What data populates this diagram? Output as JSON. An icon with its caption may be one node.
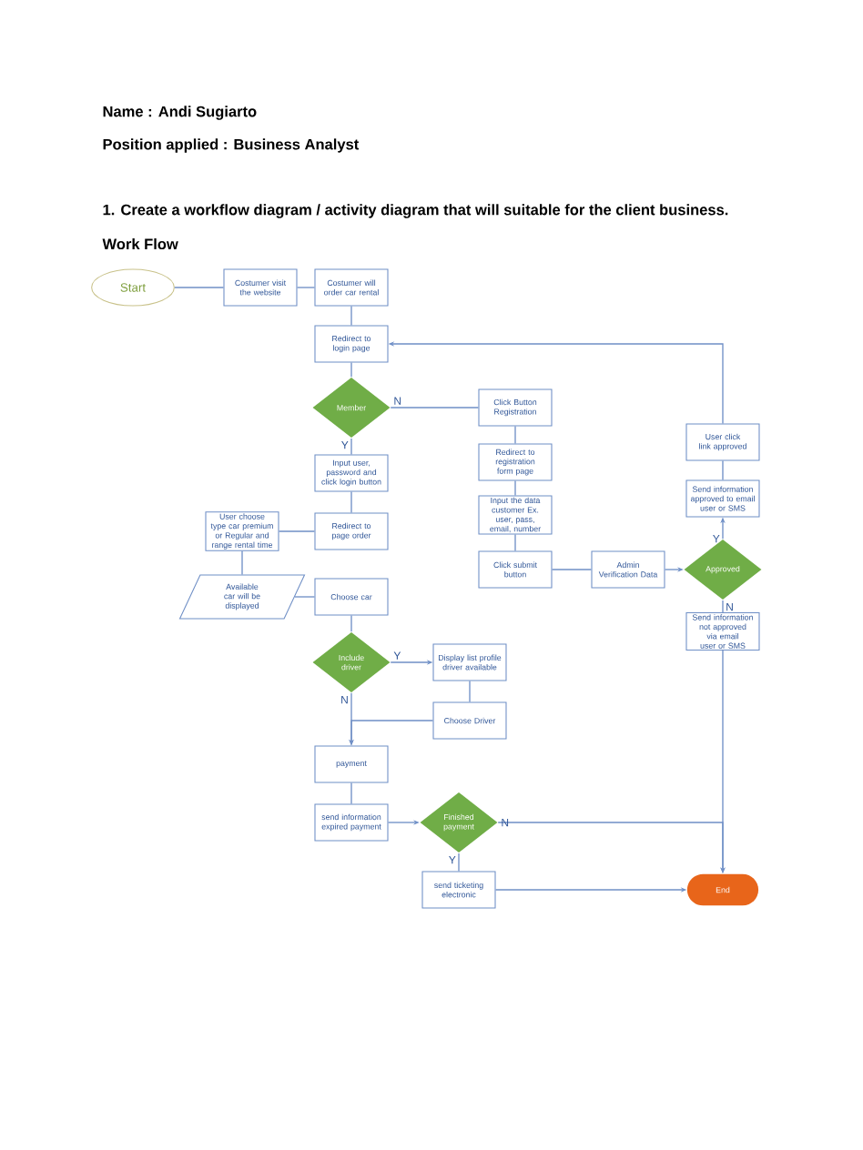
{
  "diagram": {
    "title": "Work Flow",
    "nodes": [
      {
        "text": [
          "Start"
        ]
      },
      {
        "text": [
          "Costumer visit the website"
        ]
      },
      {
        "text": [
          "Costumer will order car rental"
        ]
      },
      {
        "text": [
          "Redirect to login page"
        ]
      },
      {
        "text": [
          "Member"
        ]
      },
      {
        "text": [
          "Click Button Registration"
        ]
      },
      {
        "text": [
          "Redirect to registration form page"
        ]
      },
      {
        "text": [
          "Input the data customer Ex. user, pass, email, number"
        ]
      },
      {
        "text": [
          "Click submit button"
        ]
      },
      {
        "text": [
          "Admin Verification Data"
        ]
      },
      {
        "text": [
          "Approved"
        ]
      },
      {
        "text": [
          "Send information approved to email user or SMS"
        ]
      },
      {
        "text": [
          "User click link approved"
        ]
      },
      {
        "text": [
          "Send information not approved via email user or SMS"
        ]
      },
      {
        "text": [
          "Input user, password and click login button"
        ]
      },
      {
        "text": [
          "Redirect to page order"
        ]
      },
      {
        "text": [
          "User choose type car premium or Regular and range rental time"
        ]
      },
      {
        "text": [
          "Available car will be displayed"
        ]
      },
      {
        "text": [
          "Choose car"
        ]
      },
      {
        "text": [
          "Include driver"
        ]
      },
      {
        "text": [
          "Display list profile driver available"
        ]
      },
      {
        "text": [
          "Choose Driver"
        ]
      },
      {
        "text": [
          "payment"
        ]
      },
      {
        "text": [
          "send information expired payment"
        ]
      },
      {
        "text": [
          "Finished payment"
        ]
      },
      {
        "text": [
          "send ticketing electronic"
        ]
      },
      {
        "text": [
          "End"
        ]
      }
    ],
    "edges": [
      {
        "from": 0,
        "to": 1,
        "arrow": "none"
      },
      {
        "from": 1,
        "to": 2,
        "arrow": "none"
      },
      {
        "from": 2,
        "to": 3,
        "arrow": "none"
      },
      {
        "from": 3,
        "to": 4,
        "arrow": "none"
      },
      {
        "from": 4,
        "to": 5,
        "arrow": "none",
        "label": "N"
      },
      {
        "from": 4,
        "to": 14,
        "arrow": "none",
        "label": "Y"
      },
      {
        "from": 5,
        "to": 6,
        "arrow": "none"
      },
      {
        "from": 6,
        "to": 7,
        "arrow": "none"
      },
      {
        "from": 7,
        "to": 8,
        "arrow": "none"
      },
      {
        "from": 8,
        "to": 9,
        "arrow": "none"
      },
      {
        "from": 9,
        "to": 10,
        "arrow": "to"
      },
      {
        "from": 10,
        "to": 11,
        "arrow": "to",
        "label": "Y"
      },
      {
        "from": 11,
        "to": 12,
        "arrow": "none"
      },
      {
        "from": 12,
        "to": 3,
        "arrow": "to"
      },
      {
        "from": 10,
        "to": 13,
        "arrow": "none",
        "label": "N"
      },
      {
        "from": 13,
        "to": 26,
        "arrow": "to"
      },
      {
        "from": 14,
        "to": 15,
        "arrow": "none"
      },
      {
        "from": 15,
        "to": 16,
        "arrow": "none"
      },
      {
        "from": 16,
        "to": 17,
        "arrow": "none"
      },
      {
        "from": 17,
        "to": 18,
        "arrow": "none"
      },
      {
        "from": 18,
        "to": 19,
        "arrow": "none"
      },
      {
        "from": 19,
        "to": 20,
        "arrow": "to",
        "label": "Y"
      },
      {
        "from": 20,
        "to": 21,
        "arrow": "none"
      },
      {
        "from": 21,
        "to": 22,
        "arrow": "to"
      },
      {
        "from": 19,
        "to": 22,
        "arrow": "to",
        "label": "N"
      },
      {
        "from": 22,
        "to": 23,
        "arrow": "none"
      },
      {
        "from": 23,
        "to": 24,
        "arrow": "to"
      },
      {
        "from": 24,
        "to": 26,
        "arrow": "to",
        "label": "N"
      },
      {
        "from": 24,
        "to": 25,
        "arrow": "none",
        "label": "Y"
      },
      {
        "from": 25,
        "to": 26,
        "arrow": "to"
      }
    ],
    "labels": [
      "Name   : Andi Sugiarto",
      "Position applied : Business Analyst",
      "1. Create a workflow diagram / activity diagram that will suitable for the client business."
    ]
  }
}
